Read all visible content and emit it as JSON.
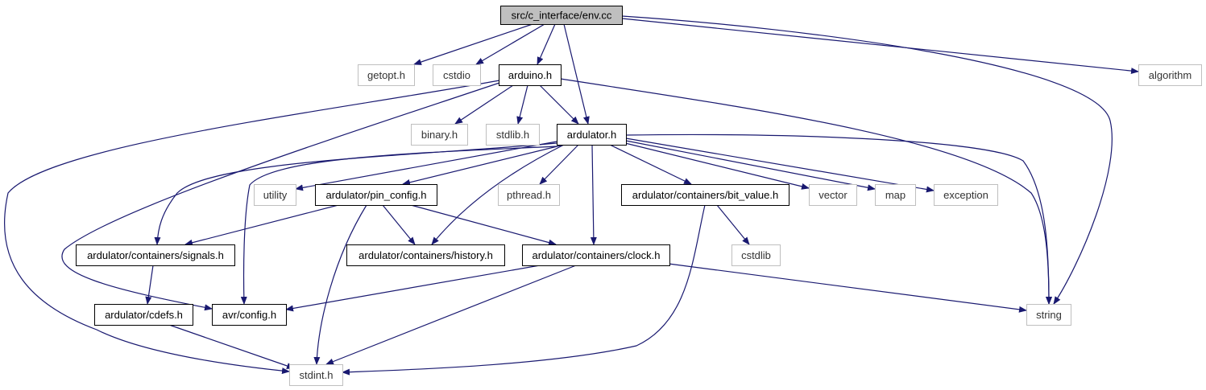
{
  "diagram": {
    "type": "include-dependency-graph",
    "colors": {
      "edge": "#191970",
      "root_fill": "#bfbfbf",
      "documented_border": "#000000",
      "external_border": "#bfbfbf",
      "external_text": "#333333"
    },
    "nodes": [
      {
        "id": "env",
        "label": "src/c_interface/env.cc",
        "kind": "root"
      },
      {
        "id": "getopt",
        "label": "getopt.h",
        "kind": "external"
      },
      {
        "id": "cstdio",
        "label": "cstdio",
        "kind": "external"
      },
      {
        "id": "arduino",
        "label": "arduino.h",
        "kind": "documented"
      },
      {
        "id": "algorithm",
        "label": "algorithm",
        "kind": "external"
      },
      {
        "id": "binary",
        "label": "binary.h",
        "kind": "external"
      },
      {
        "id": "stdlib",
        "label": "stdlib.h",
        "kind": "external"
      },
      {
        "id": "ardulator",
        "label": "ardulator.h",
        "kind": "documented"
      },
      {
        "id": "utility",
        "label": "utility",
        "kind": "external"
      },
      {
        "id": "pinconfig",
        "label": "ardulator/pin_config.h",
        "kind": "documented"
      },
      {
        "id": "pthread",
        "label": "pthread.h",
        "kind": "external"
      },
      {
        "id": "bitvalue",
        "label": "ardulator/containers/bit_value.h",
        "kind": "documented"
      },
      {
        "id": "vector",
        "label": "vector",
        "kind": "external"
      },
      {
        "id": "map",
        "label": "map",
        "kind": "external"
      },
      {
        "id": "exception",
        "label": "exception",
        "kind": "external"
      },
      {
        "id": "signals",
        "label": "ardulator/containers/signals.h",
        "kind": "documented"
      },
      {
        "id": "history",
        "label": "ardulator/containers/history.h",
        "kind": "documented"
      },
      {
        "id": "clock",
        "label": "ardulator/containers/clock.h",
        "kind": "documented"
      },
      {
        "id": "cstdlib",
        "label": "cstdlib",
        "kind": "external"
      },
      {
        "id": "cdefs",
        "label": "ardulator/cdefs.h",
        "kind": "documented"
      },
      {
        "id": "avrconfig",
        "label": "avr/config.h",
        "kind": "documented"
      },
      {
        "id": "string",
        "label": "string",
        "kind": "external"
      },
      {
        "id": "stdint",
        "label": "stdint.h",
        "kind": "external"
      }
    ],
    "edges": [
      [
        "env",
        "getopt"
      ],
      [
        "env",
        "cstdio"
      ],
      [
        "env",
        "arduino"
      ],
      [
        "env",
        "ardulator"
      ],
      [
        "env",
        "algorithm"
      ],
      [
        "env",
        "string"
      ],
      [
        "arduino",
        "binary"
      ],
      [
        "arduino",
        "stdlib"
      ],
      [
        "arduino",
        "ardulator"
      ],
      [
        "arduino",
        "string"
      ],
      [
        "arduino",
        "avrconfig"
      ],
      [
        "arduino",
        "stdint"
      ],
      [
        "ardulator",
        "utility"
      ],
      [
        "ardulator",
        "pinconfig"
      ],
      [
        "ardulator",
        "pthread"
      ],
      [
        "ardulator",
        "bitvalue"
      ],
      [
        "ardulator",
        "vector"
      ],
      [
        "ardulator",
        "map"
      ],
      [
        "ardulator",
        "exception"
      ],
      [
        "ardulator",
        "signals"
      ],
      [
        "ardulator",
        "history"
      ],
      [
        "ardulator",
        "clock"
      ],
      [
        "ardulator",
        "avrconfig"
      ],
      [
        "ardulator",
        "string"
      ],
      [
        "pinconfig",
        "signals"
      ],
      [
        "pinconfig",
        "history"
      ],
      [
        "pinconfig",
        "clock"
      ],
      [
        "pinconfig",
        "stdint"
      ],
      [
        "bitvalue",
        "cstdlib"
      ],
      [
        "bitvalue",
        "stdint"
      ],
      [
        "signals",
        "cdefs"
      ],
      [
        "clock",
        "avrconfig"
      ],
      [
        "clock",
        "stdint"
      ],
      [
        "clock",
        "string"
      ],
      [
        "cdefs",
        "stdint"
      ]
    ]
  }
}
